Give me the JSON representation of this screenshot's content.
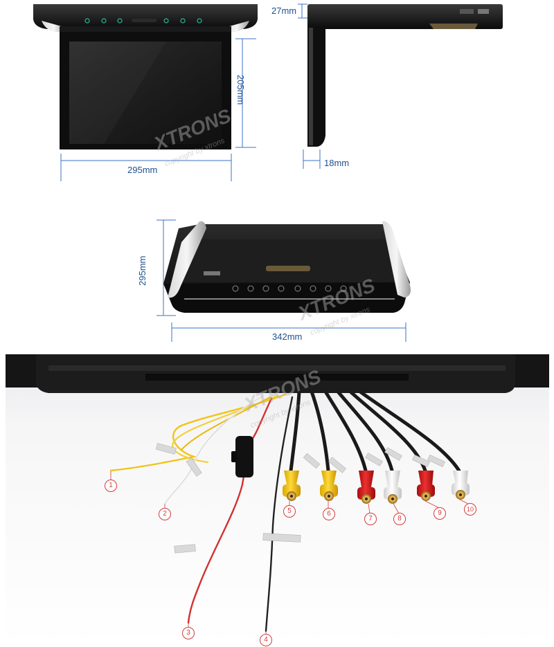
{
  "dimensions": {
    "width_front": "295mm",
    "height_front": "205mm",
    "depth_top": "27mm",
    "thickness_side": "18mm",
    "width_closed": "342mm",
    "depth_closed": "295mm"
  },
  "watermark": {
    "brand": "XTRONS",
    "copyright": "copyright by xtrons"
  },
  "connectors": [
    {
      "number": "1"
    },
    {
      "number": "2"
    },
    {
      "number": "3"
    },
    {
      "number": "4"
    },
    {
      "number": "5"
    },
    {
      "number": "6"
    },
    {
      "number": "7"
    },
    {
      "number": "8"
    },
    {
      "number": "9"
    },
    {
      "number": "10"
    }
  ],
  "colors": {
    "dimension_line": "#3b72c4",
    "dimension_text": "#1f4f8f",
    "marker_red": "#d43a3a",
    "device_black": "#111111",
    "rca_yellow": "#f4c400",
    "rca_red": "#d62020",
    "rca_white": "#f2f2f2"
  }
}
